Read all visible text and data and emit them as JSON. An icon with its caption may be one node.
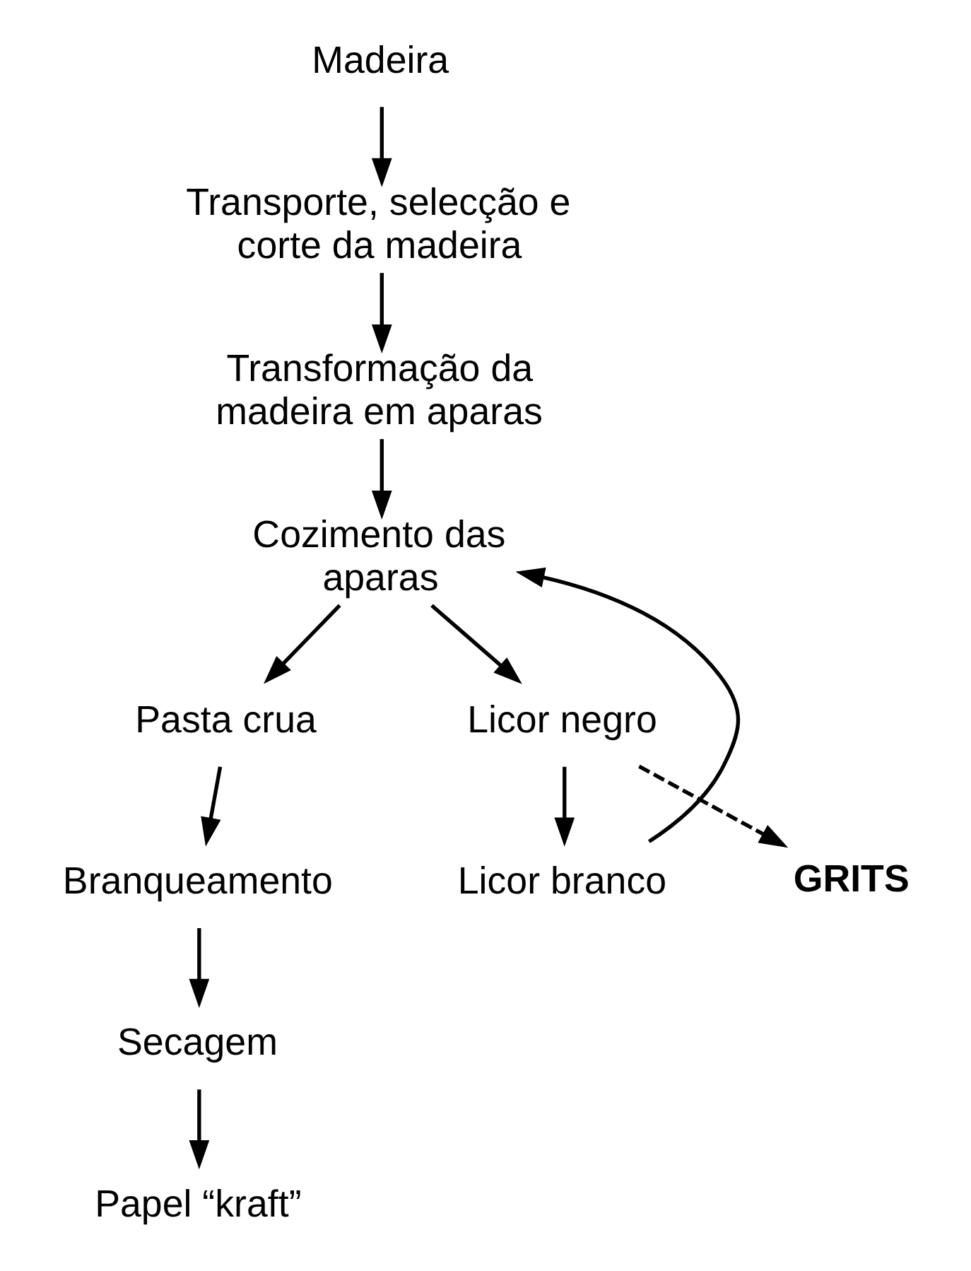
{
  "diagram": {
    "nodes": [
      {
        "text": [
          "Madeira"
        ]
      },
      {
        "text": [
          "Transporte, selecção e corte da madeira"
        ]
      },
      {
        "text": [
          "Transformação da madeira em aparas"
        ]
      },
      {
        "text": [
          "Cozimento das aparas"
        ]
      },
      {
        "text": [
          "Pasta crua"
        ]
      },
      {
        "text": [
          "Licor negro"
        ]
      },
      {
        "text": [
          "Licor branco"
        ]
      },
      {
        "text": [
          "Branqueamento"
        ]
      },
      {
        "text": [
          "Secagem"
        ]
      },
      {
        "text": [
          "Papel “kraft”"
        ]
      },
      {
        "text": [
          "GRITS"
        ]
      }
    ],
    "edges": [
      {
        "from": 0,
        "to": 1,
        "arrow": "to"
      },
      {
        "from": 1,
        "to": 2,
        "arrow": "to"
      },
      {
        "from": 2,
        "to": 3,
        "arrow": "to"
      },
      {
        "from": 6,
        "to": 3,
        "arrow": "to"
      },
      {
        "from": 3,
        "to": 4,
        "arrow": "to"
      },
      {
        "from": 3,
        "to": 5,
        "arrow": "to"
      },
      {
        "from": 5,
        "to": 6,
        "arrow": "to"
      },
      {
        "from": 5,
        "to": 10,
        "arrow": "to",
        "style": "dashed"
      },
      {
        "from": 4,
        "to": 7,
        "arrow": "to"
      },
      {
        "from": 7,
        "to": 8,
        "arrow": "to"
      },
      {
        "from": 8,
        "to": 9,
        "arrow": "to"
      }
    ]
  }
}
